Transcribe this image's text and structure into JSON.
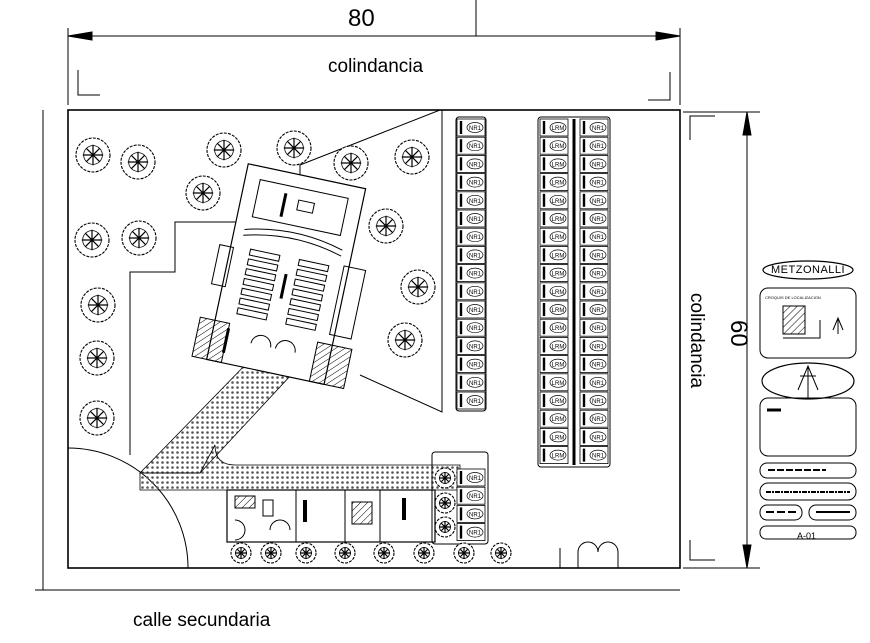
{
  "dimensions": {
    "width_label": "80",
    "depth_label": "60"
  },
  "boundaries": {
    "top": "colindancia",
    "right": "colindancia",
    "street": "calle secundaria"
  },
  "parking": {
    "stall_label_nr": "NR1",
    "stall_label_alt": "LRM",
    "col1_count": 16,
    "col2_count": 19,
    "col3_count": 19,
    "bottom_count": 4
  },
  "title_block": {
    "brand": "METZONALLI",
    "croquis_label": "CROQUIS DE LOCALIZACION",
    "sheet": "A-01"
  },
  "trees": {
    "left_park": 18,
    "bottom_row": 8
  }
}
